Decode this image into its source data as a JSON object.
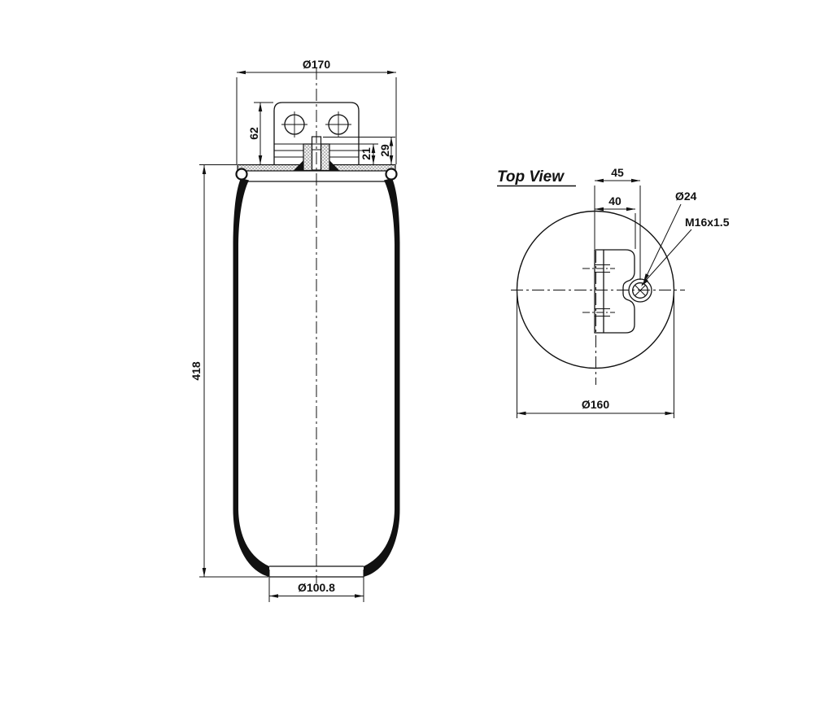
{
  "drawing": {
    "description": "Technical drawing of an air spring bellows with mounting bracket, front view and top view",
    "colors": {
      "line": "#111111",
      "background": "#ffffff",
      "stipple_dot": "#8a8a8a",
      "stipple_bg": "#f0f0f0"
    },
    "side_view": {
      "dims": {
        "top_diameter": "Ø170",
        "bracket_height": "62",
        "port_height": "21",
        "stud_height": "29",
        "overall_height": "418",
        "bottom_diameter": "Ø100.8"
      }
    },
    "top_view": {
      "label": "Top View",
      "dims": {
        "boss_center_offset": "45",
        "bracket_width": "40",
        "boss_diameter": "Ø24",
        "thread_spec": "M16x1.5",
        "plate_diameter": "Ø160"
      }
    }
  }
}
